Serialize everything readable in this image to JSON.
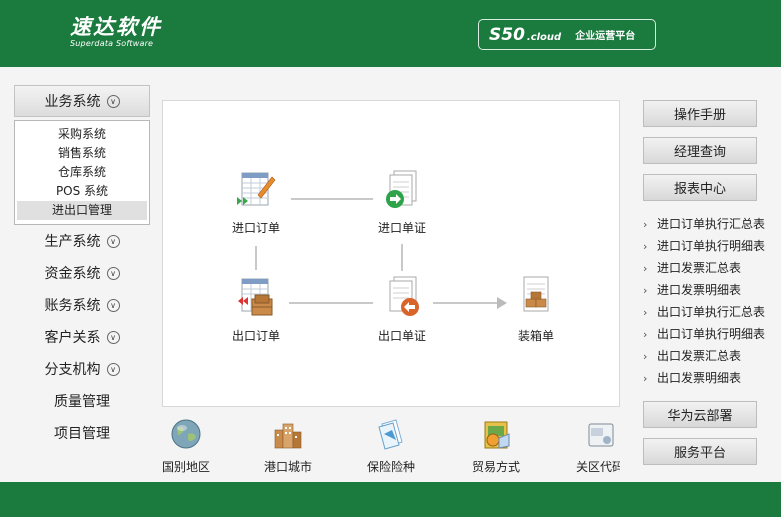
{
  "header": {
    "logo_cn": "速达软件",
    "logo_en": "Superdata Software",
    "product_model": "S50",
    "product_suffix": ".cloud",
    "product_tag": "企业运营平台"
  },
  "sidebar": {
    "head_label": "业务系统",
    "submenu": [
      {
        "label": "采购系统"
      },
      {
        "label": "销售系统"
      },
      {
        "label": "仓库系统"
      },
      {
        "label": "POS 系统"
      },
      {
        "label": "进出口管理",
        "active": true
      }
    ],
    "items": [
      {
        "label": "生产系统",
        "chevron": true
      },
      {
        "label": "资金系统",
        "chevron": true
      },
      {
        "label": "账务系统",
        "chevron": true
      },
      {
        "label": "客户关系",
        "chevron": true
      },
      {
        "label": "分支机构",
        "chevron": true
      },
      {
        "label": "质量管理",
        "chevron": false
      },
      {
        "label": "项目管理",
        "chevron": false
      }
    ]
  },
  "flow": {
    "import_order": "进口订单",
    "import_voucher": "进口单证",
    "export_order": "出口订单",
    "export_voucher": "出口单证",
    "packing_list": "装箱单"
  },
  "bottom_icons": [
    {
      "label": "国别地区",
      "icon": "globe-icon"
    },
    {
      "label": "港口城市",
      "icon": "port-city-icon"
    },
    {
      "label": "保险险种",
      "icon": "insurance-icon"
    },
    {
      "label": "贸易方式",
      "icon": "trade-mode-icon"
    },
    {
      "label": "关区代码",
      "icon": "customs-code-icon"
    }
  ],
  "right": {
    "manual": "操作手册",
    "manager_query": "经理查询",
    "report_center": "报表中心",
    "reports": [
      "进口订单执行汇总表",
      "进口订单执行明细表",
      "进口发票汇总表",
      "进口发票明细表",
      "出口订单执行汇总表",
      "出口订单执行明细表",
      "出口发票汇总表",
      "出口发票明细表"
    ],
    "huawei_cloud": "华为云部署",
    "service_platform": "服务平台"
  },
  "colors": {
    "brand_green": "#1b7a3e",
    "panel_bg": "#ffffff",
    "page_bg": "#f4f4f4"
  }
}
